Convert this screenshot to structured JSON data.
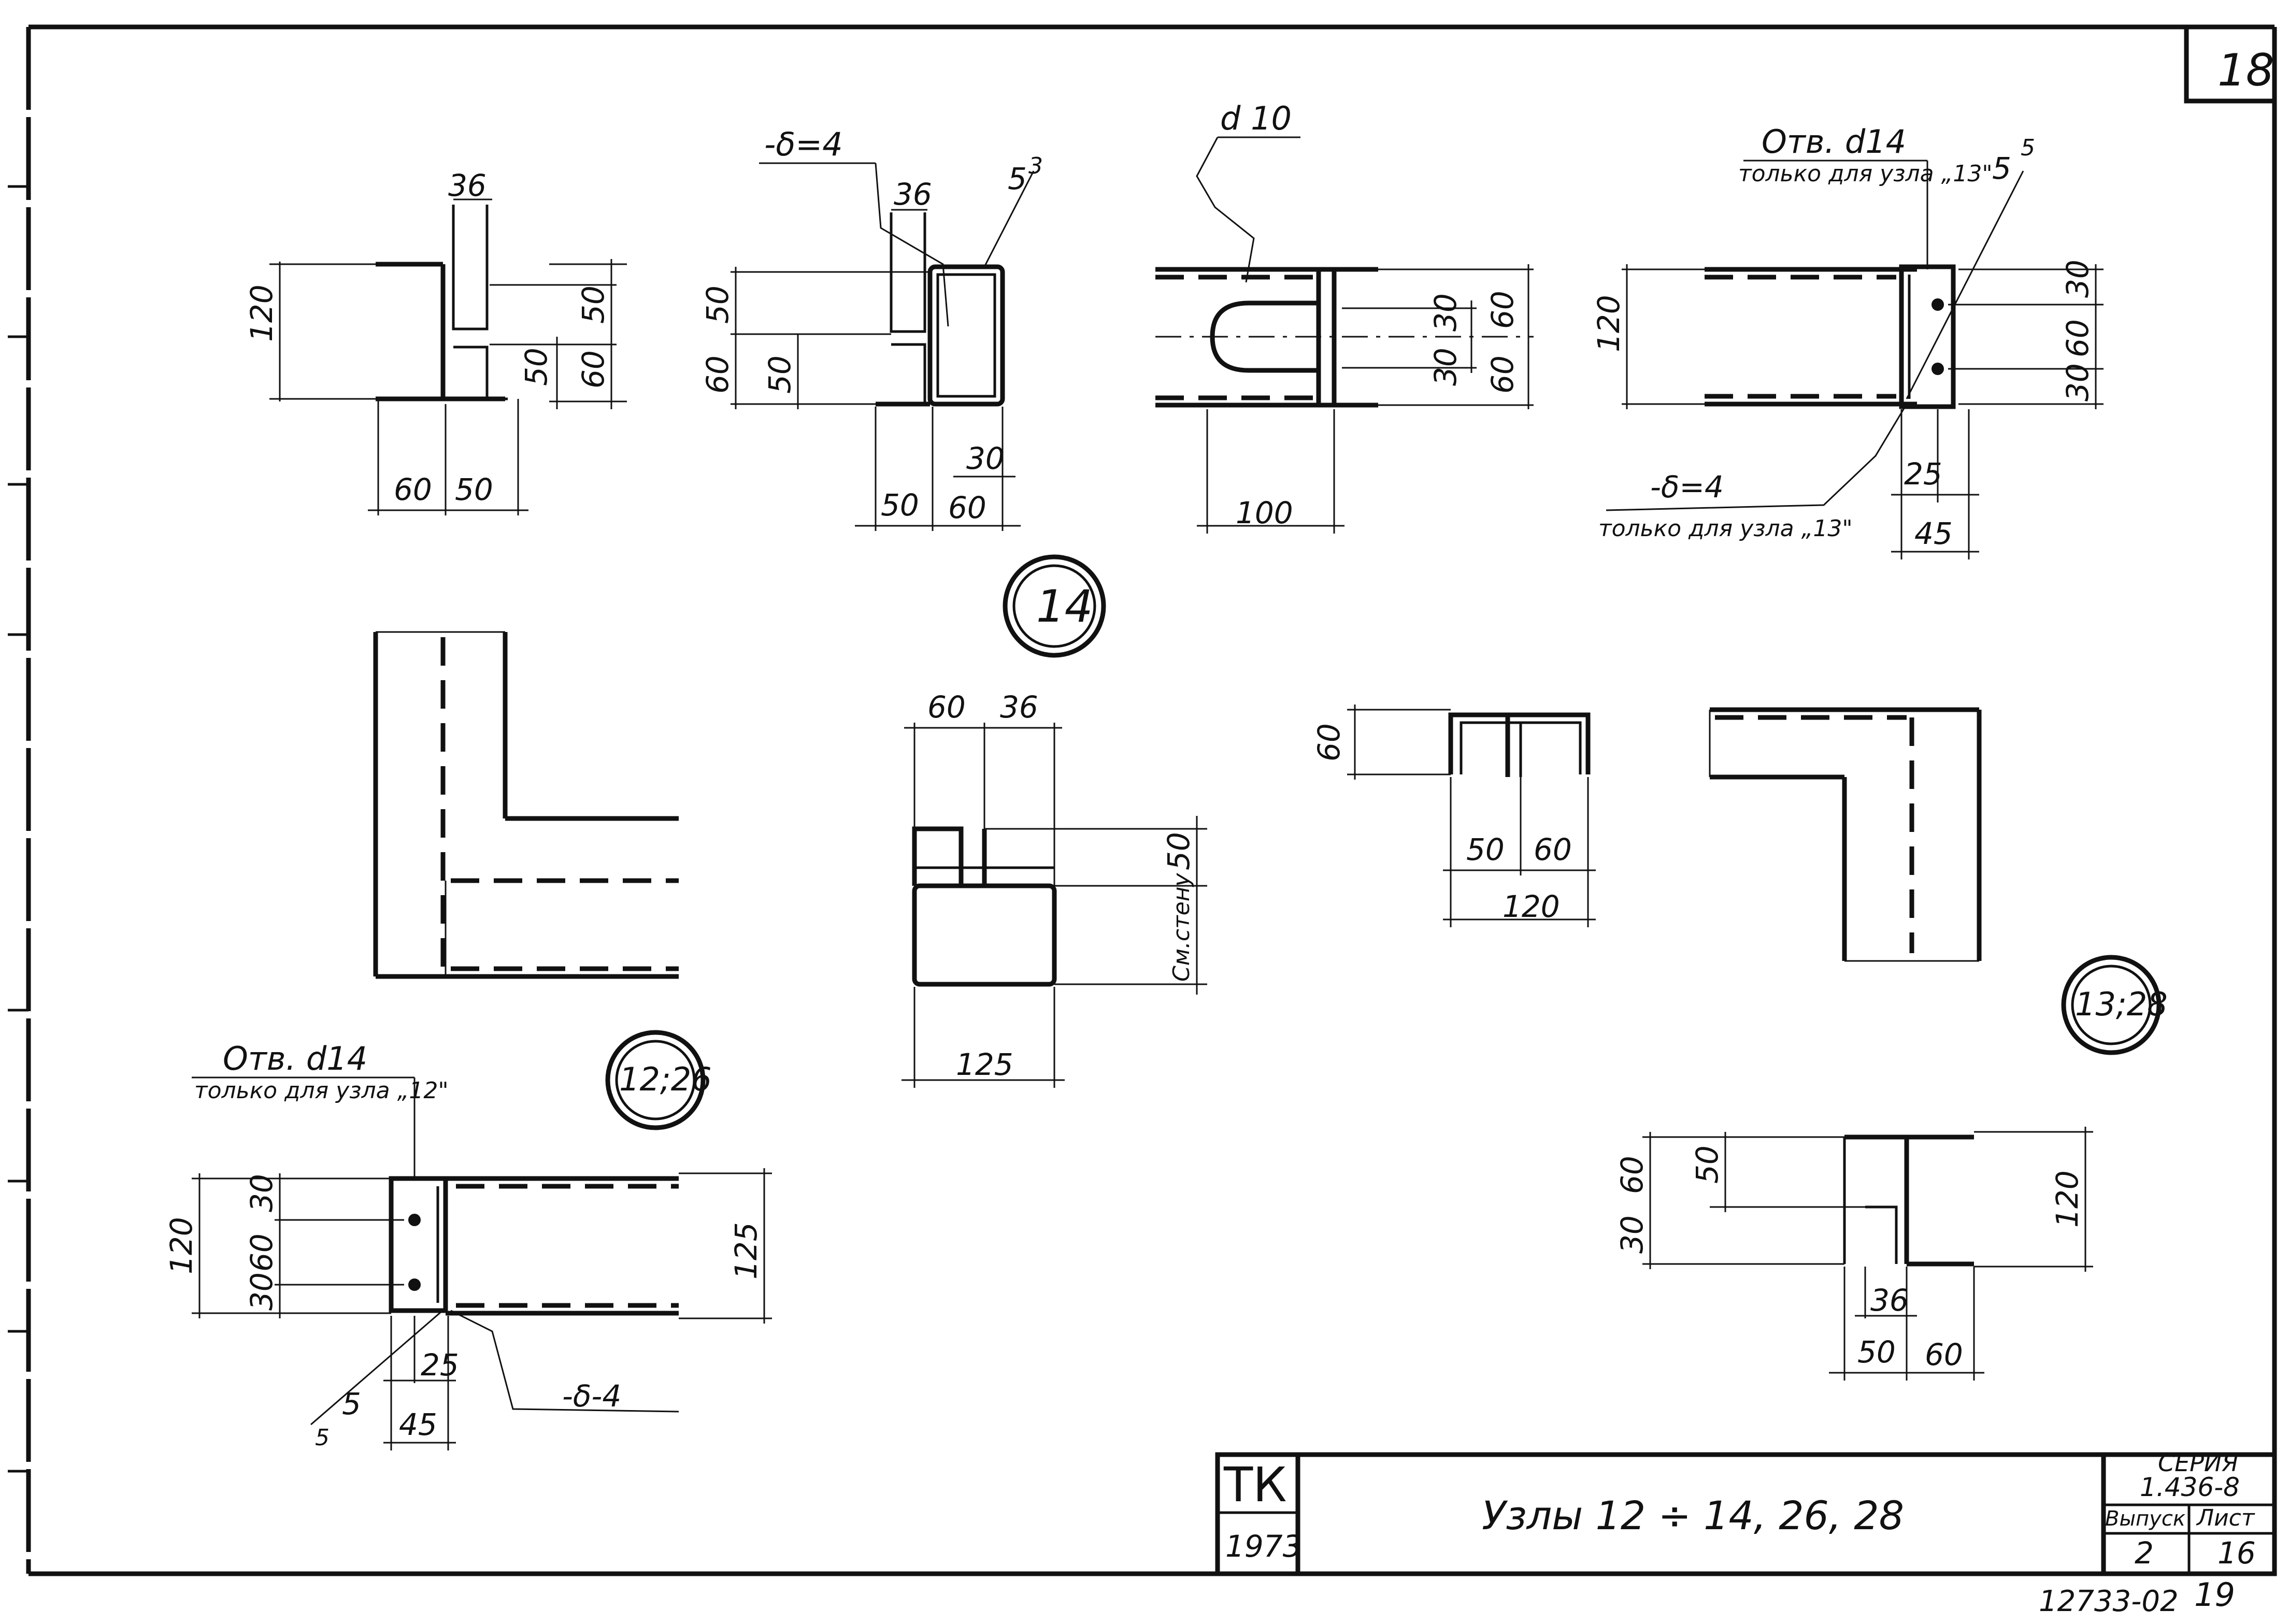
{
  "sheet_number": "18",
  "stamp": {
    "org": "ТК",
    "year": "1973"
  },
  "title": "Узлы  12 ÷ 14, 26, 28",
  "series_label": "СЕРИЯ",
  "series_value": "1.436-8",
  "issue_label": "Выпуск",
  "issue_value": "2",
  "sheet_label": "Лист",
  "sheet_value": "16",
  "footer_code": "12733-02",
  "footer_page": "19",
  "node_labels": {
    "n14": "14",
    "n12_26": "12;26",
    "n13_28": "13;28"
  },
  "notes": {
    "delta4": "-δ=4",
    "delta4_a": "-δ-4",
    "delta4_b": "-δ=4",
    "delta4_c": "-δ-4",
    "d10": "d 10",
    "hole_d14": "Отв. d14",
    "only_node_13": "только для узла „13\"",
    "only_node_13_under": "только для узла „13\"",
    "hole_d14_b": "Отв. d14",
    "only_node_12": "только для узла „12\"",
    "see_wall": "См.стену",
    "weld_5": "5",
    "weld_3": "3"
  },
  "dimensions": {
    "d36": "36",
    "d50": "50",
    "d60": "60",
    "d120": "120",
    "d30": "30",
    "d100": "100",
    "d25": "25",
    "d45": "45",
    "d125": "125"
  }
}
